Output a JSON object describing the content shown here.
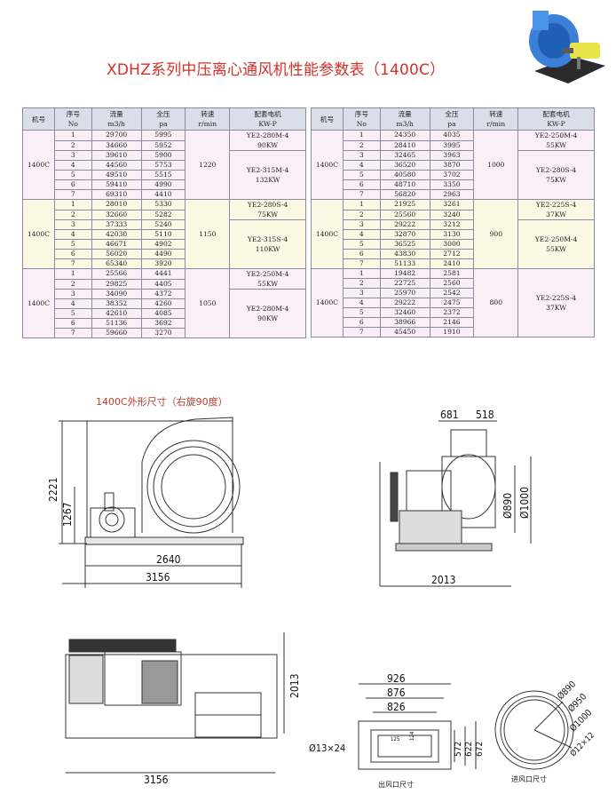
{
  "title": "XDHZ系列中压离心通风机性能参数表（1400C）",
  "drawing_caption": "1400C外形尺寸（右旋90度）",
  "headers": {
    "model": "机号",
    "no": [
      "序号",
      "No"
    ],
    "flow": [
      "流量",
      "m3/h"
    ],
    "pressure": [
      "全压",
      "pa"
    ],
    "speed": [
      "转速",
      "r/min"
    ],
    "motor": [
      "配套电机",
      "KW-P"
    ]
  },
  "left_table": [
    {
      "model": "1400C",
      "speed": "1220",
      "motors": [
        [
          "YE2-280M-4",
          "90KW"
        ],
        [
          "YE2-315M-4",
          "132KW"
        ]
      ],
      "rows": [
        [
          "1",
          "29700",
          "5995"
        ],
        [
          "2",
          "34660",
          "5952"
        ],
        [
          "3",
          "39610",
          "5900"
        ],
        [
          "4",
          "44560",
          "5753"
        ],
        [
          "5",
          "49510",
          "5515"
        ],
        [
          "6",
          "59410",
          "4990"
        ],
        [
          "7",
          "69310",
          "4410"
        ]
      ]
    },
    {
      "model": "1400C",
      "speed": "1150",
      "motors": [
        [
          "YE2-280S-4",
          "75KW"
        ],
        [
          "YE2-315S-4",
          "110KW"
        ]
      ],
      "rows": [
        [
          "1",
          "28010",
          "5330"
        ],
        [
          "2",
          "32660",
          "5282"
        ],
        [
          "3",
          "37333",
          "5240"
        ],
        [
          "4",
          "42030",
          "5110"
        ],
        [
          "5",
          "46671",
          "4902"
        ],
        [
          "6",
          "56020",
          "4490"
        ],
        [
          "7",
          "65340",
          "3920"
        ]
      ]
    },
    {
      "model": "1400C",
      "speed": "1050",
      "motors": [
        [
          "YE2-250M-4",
          "55KW"
        ],
        [
          "YE2-280M-4",
          "90KW"
        ]
      ],
      "rows": [
        [
          "1",
          "25566",
          "4441"
        ],
        [
          "2",
          "29825",
          "4405"
        ],
        [
          "3",
          "34090",
          "4372"
        ],
        [
          "4",
          "38352",
          "4260"
        ],
        [
          "5",
          "42610",
          "4085"
        ],
        [
          "6",
          "51136",
          "3692"
        ],
        [
          "7",
          "59660",
          "3270"
        ]
      ]
    }
  ],
  "right_table": [
    {
      "model": "1400C",
      "speed": "1000",
      "motors": [
        [
          "YE2-250M-4",
          "55KW"
        ],
        [
          "YE2-280S-4",
          "75KW"
        ]
      ],
      "rows": [
        [
          "1",
          "24350",
          "4035"
        ],
        [
          "2",
          "28410",
          "3995"
        ],
        [
          "3",
          "32465",
          "3963"
        ],
        [
          "4",
          "36520",
          "3870"
        ],
        [
          "5",
          "40580",
          "3702"
        ],
        [
          "6",
          "48710",
          "3350"
        ],
        [
          "7",
          "56820",
          "2963"
        ]
      ]
    },
    {
      "model": "1400C",
      "speed": "900",
      "motors": [
        [
          "YE2-225S-4",
          "37KW"
        ],
        [
          "YE2-250M-4",
          "55KW"
        ]
      ],
      "rows": [
        [
          "1",
          "21925",
          "3261"
        ],
        [
          "2",
          "25560",
          "3240"
        ],
        [
          "3",
          "29222",
          "3212"
        ],
        [
          "4",
          "32870",
          "3130"
        ],
        [
          "5",
          "36525",
          "3000"
        ],
        [
          "6",
          "43830",
          "2712"
        ],
        [
          "7",
          "51133",
          "2410"
        ]
      ]
    },
    {
      "model": "1400C",
      "speed": "800",
      "motors": [
        [
          "YE2-225S-4",
          "37KW"
        ]
      ],
      "rows": [
        [
          "1",
          "19482",
          "2581"
        ],
        [
          "2",
          "22725",
          "2560"
        ],
        [
          "3",
          "25970",
          "2542"
        ],
        [
          "4",
          "29222",
          "2475"
        ],
        [
          "5",
          "32460",
          "2372"
        ],
        [
          "6",
          "38966",
          "2146"
        ],
        [
          "7",
          "45450",
          "1910"
        ]
      ]
    }
  ],
  "dimensions": {
    "front_height": "2221",
    "front_shaft_height": "1267",
    "front_base_len": "2640",
    "front_total_len": "3156",
    "side_a": "681",
    "side_b": "518",
    "side_outlet_890": "Ø890",
    "side_outlet_1000": "Ø1000",
    "side_total": "2013",
    "top_total_len": "3156",
    "top_height": "2013",
    "outlet_926": "926",
    "outlet_876": "876",
    "outlet_826": "826",
    "outlet_572": "572",
    "outlet_622": "622",
    "outlet_672": "672",
    "outlet_125": "125",
    "outlet_124": "124",
    "outlet_holes": "Ø13×24",
    "inlet_890": "Ø890",
    "inlet_950": "Ø950",
    "inlet_1000": "Ø1000",
    "inlet_holes": "Ø12×12"
  },
  "labels": {
    "outlet_size": "出风口尺寸",
    "inlet_size": "进风口尺寸"
  }
}
